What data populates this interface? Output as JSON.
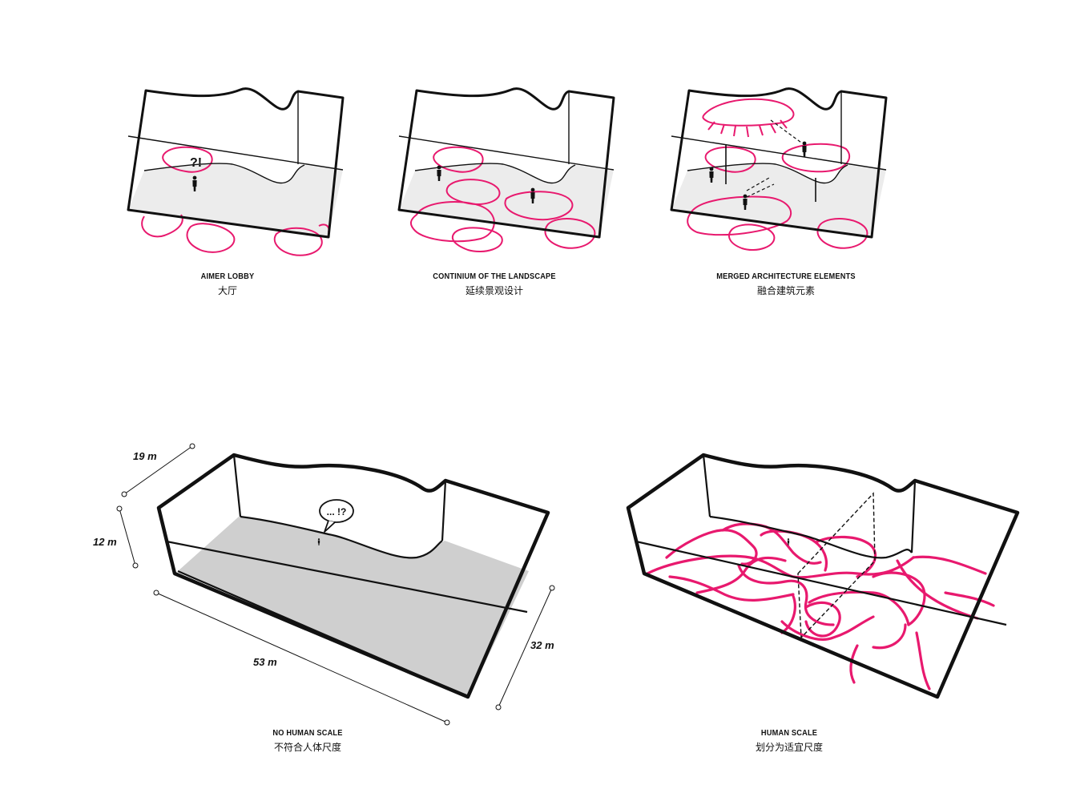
{
  "panels": [
    {
      "title_en": "AIMER LOBBY",
      "title_zh": "大厅",
      "symbol": "?!"
    },
    {
      "title_en": "CONTINIUM OF THE LANDSCAPE",
      "title_zh": "延续景观设计"
    },
    {
      "title_en": "MERGED ARCHITECTURE ELEMENTS",
      "title_zh": "融合建筑元素"
    },
    {
      "title_en": "NO HUMAN SCALE",
      "title_zh": "不符合人体尺度",
      "bubble": "... !?"
    },
    {
      "title_en": "HUMAN SCALE",
      "title_zh": "划分为适宜尺度"
    }
  ],
  "dimensions": {
    "height": "19 m",
    "depth": "12 m",
    "length": "53 m",
    "width": "32 m"
  },
  "colors": {
    "stroke": "#111111",
    "path": "#e8196e",
    "floor_light": "#ececec",
    "floor_dark": "#cfcfcf"
  }
}
